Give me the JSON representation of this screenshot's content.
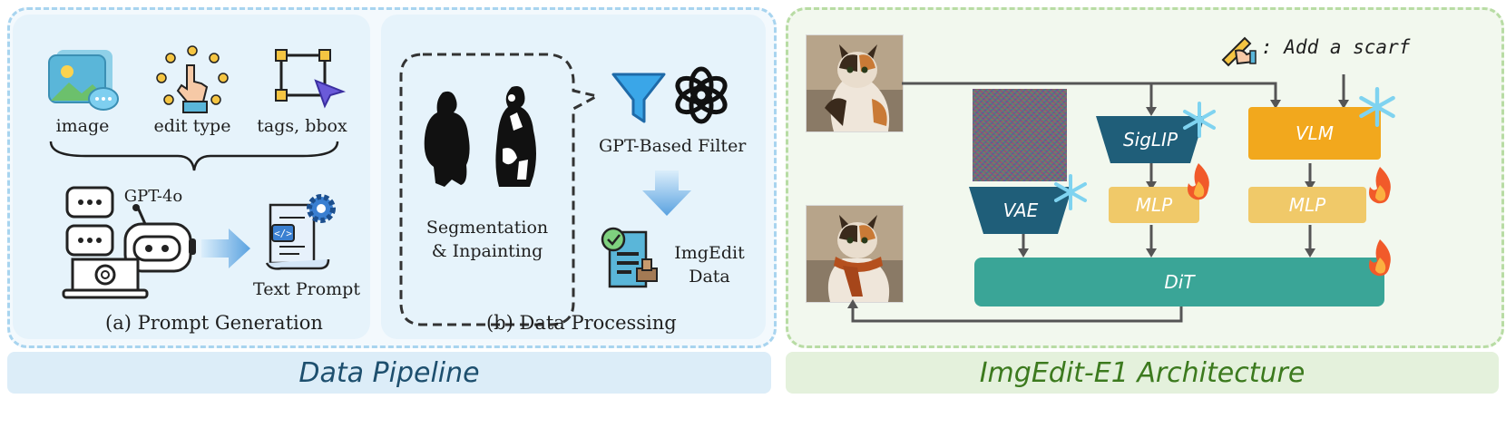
{
  "pipeline": {
    "prompt_generation": {
      "inputs": [
        "image",
        "edit type",
        "tags, bbox"
      ],
      "model": "GPT-4o",
      "output": "Text Prompt",
      "caption": "(a) Prompt Generation"
    },
    "data_processing": {
      "segmentation": "Segmentation\n& Inpainting",
      "filter": "GPT-Based Filter",
      "output": "ImgEdit\nData",
      "caption": "(b) Data Processing"
    },
    "banner": "Data Pipeline"
  },
  "architecture": {
    "instruction": ": Add a scarf",
    "blocks": {
      "siglip": "SigLIP",
      "vlm": "VLM",
      "mlp_left": "MLP",
      "mlp_right": "MLP",
      "vae": "VAE",
      "dit": "DiT"
    },
    "banner": "ImgEdit-E1 Architecture"
  },
  "colors": {
    "blue_panel": "#e6f3fb",
    "green_panel": "#f2f8ee",
    "siglip": "#1f5e79",
    "vlm": "#f2a81d",
    "mlp": "#f0c969",
    "dit": "#3aa597",
    "vae": "#1f5e79",
    "blue_banner_text": "#1d4f6e",
    "green_banner_text": "#3c7a1e"
  },
  "icons": [
    "image-icon",
    "edit-type-hand-icon",
    "bbox-icon",
    "chat-bubbles-icon",
    "robot-icon",
    "laptop-openai-icon",
    "document-code-icon",
    "gear-icon",
    "filter-funnel-icon",
    "openai-logo-icon",
    "data-report-icon",
    "snowflake-icon",
    "fire-icon",
    "pencil-hand-icon"
  ]
}
